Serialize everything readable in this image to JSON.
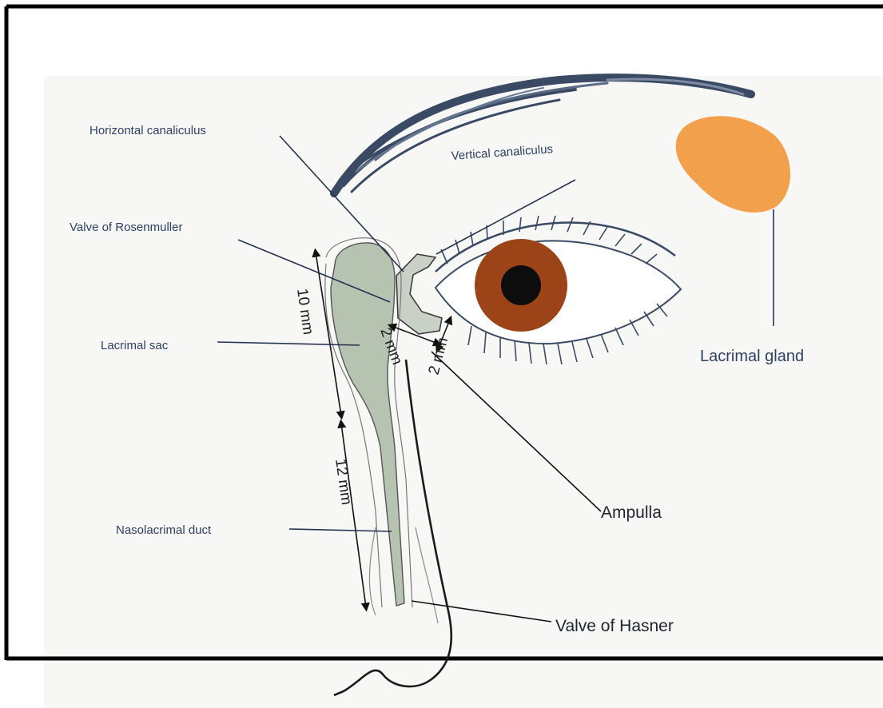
{
  "labels": {
    "horizontal_canaliculus": "Horizontal canaliculus",
    "vertical_canaliculus": "Vertical canaliculus",
    "valve_of_rosenmuller": "Valve of Rosenmuller",
    "lacrimal_sac": "Lacrimal sac",
    "lacrimal_gland": "Lacrimal gland",
    "ampulla": "Ampulla",
    "nasolacrimal_duct": "Nasolacrimal duct",
    "valve_of_hasner": "Valve of Hasner"
  },
  "dimensions": {
    "sac_length": "10 mm",
    "duct_length": "12 mm",
    "horizontal_canaliculus_length": "2 mm",
    "vertical_canaliculus_length": "2 mm"
  },
  "colors": {
    "sac_fill": "#b6c3b1",
    "iris": "#9c4317",
    "pupil": "#0d0d0d",
    "gland": "#f2a04b",
    "label_text": "#2f3f63",
    "brow": "#3b4a64"
  },
  "icons": {
    "eyebrow": "eyebrow-shape",
    "eye": "eye-shape",
    "gland": "lacrimal-gland-shape",
    "nose": "nose-outline"
  }
}
